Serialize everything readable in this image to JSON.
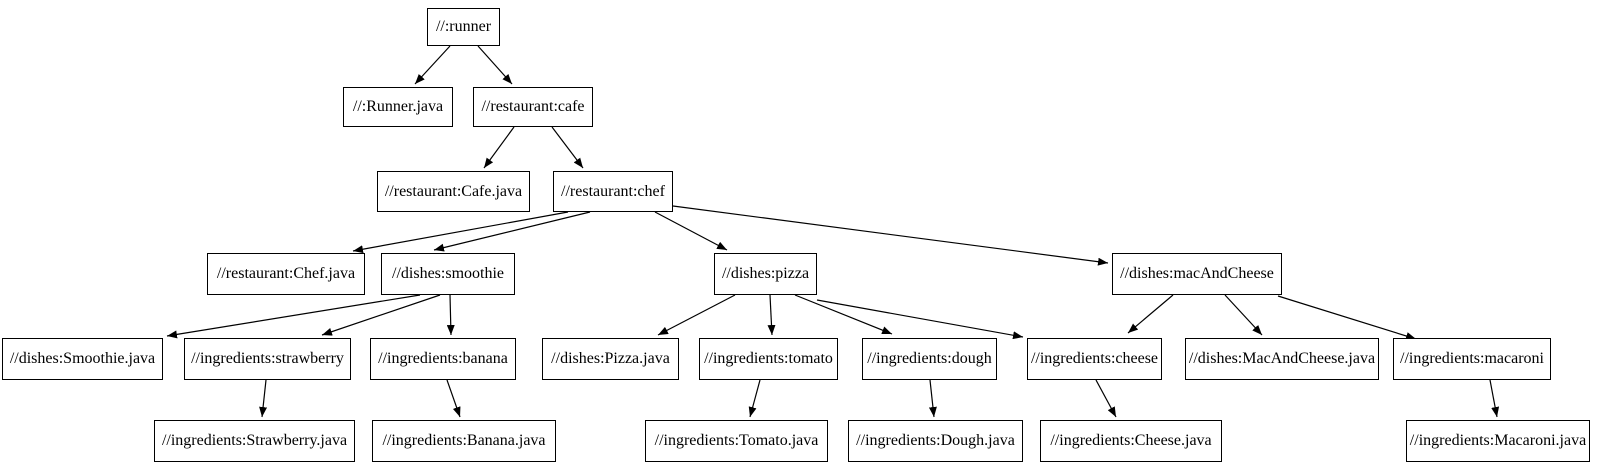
{
  "graph": {
    "type": "directed-dependency-graph",
    "background_color": "#ffffff",
    "node_border_color": "#000000",
    "edge_color": "#000000",
    "text_color": "#000000",
    "nodes": [
      {
        "id": "runner",
        "label": "//:runner"
      },
      {
        "id": "runner-java",
        "label": "//:Runner.java"
      },
      {
        "id": "cafe",
        "label": "//restaurant:cafe"
      },
      {
        "id": "cafe-java",
        "label": "//restaurant:Cafe.java"
      },
      {
        "id": "chef",
        "label": "//restaurant:chef"
      },
      {
        "id": "chef-java",
        "label": "//restaurant:Chef.java"
      },
      {
        "id": "smoothie",
        "label": "//dishes:smoothie"
      },
      {
        "id": "pizza",
        "label": "//dishes:pizza"
      },
      {
        "id": "macandcheese",
        "label": "//dishes:macAndCheese"
      },
      {
        "id": "smoothie-java",
        "label": "//dishes:Smoothie.java"
      },
      {
        "id": "strawberry",
        "label": "//ingredients:strawberry"
      },
      {
        "id": "banana",
        "label": "//ingredients:banana"
      },
      {
        "id": "pizza-java",
        "label": "//dishes:Pizza.java"
      },
      {
        "id": "tomato",
        "label": "//ingredients:tomato"
      },
      {
        "id": "dough",
        "label": "//ingredients:dough"
      },
      {
        "id": "cheese",
        "label": "//ingredients:cheese"
      },
      {
        "id": "macandcheese-java",
        "label": "//dishes:MacAndCheese.java"
      },
      {
        "id": "macaroni",
        "label": "//ingredients:macaroni"
      },
      {
        "id": "strawberry-java",
        "label": "//ingredients:Strawberry.java"
      },
      {
        "id": "banana-java",
        "label": "//ingredients:Banana.java"
      },
      {
        "id": "tomato-java",
        "label": "//ingredients:Tomato.java"
      },
      {
        "id": "dough-java",
        "label": "//ingredients:Dough.java"
      },
      {
        "id": "cheese-java",
        "label": "//ingredients:Cheese.java"
      },
      {
        "id": "macaroni-java",
        "label": "//ingredients:Macaroni.java"
      }
    ],
    "edges": [
      {
        "from": "runner",
        "to": "runner-java"
      },
      {
        "from": "runner",
        "to": "cafe"
      },
      {
        "from": "cafe",
        "to": "cafe-java"
      },
      {
        "from": "cafe",
        "to": "chef"
      },
      {
        "from": "chef",
        "to": "chef-java"
      },
      {
        "from": "chef",
        "to": "smoothie"
      },
      {
        "from": "chef",
        "to": "pizza"
      },
      {
        "from": "chef",
        "to": "macandcheese"
      },
      {
        "from": "smoothie",
        "to": "smoothie-java"
      },
      {
        "from": "smoothie",
        "to": "strawberry"
      },
      {
        "from": "smoothie",
        "to": "banana"
      },
      {
        "from": "pizza",
        "to": "pizza-java"
      },
      {
        "from": "pizza",
        "to": "tomato"
      },
      {
        "from": "pizza",
        "to": "dough"
      },
      {
        "from": "pizza",
        "to": "cheese"
      },
      {
        "from": "macandcheese",
        "to": "cheese"
      },
      {
        "from": "macandcheese",
        "to": "macandcheese-java"
      },
      {
        "from": "macandcheese",
        "to": "macaroni"
      },
      {
        "from": "strawberry",
        "to": "strawberry-java"
      },
      {
        "from": "banana",
        "to": "banana-java"
      },
      {
        "from": "tomato",
        "to": "tomato-java"
      },
      {
        "from": "dough",
        "to": "dough-java"
      },
      {
        "from": "cheese",
        "to": "cheese-java"
      },
      {
        "from": "macaroni",
        "to": "macaroni-java"
      }
    ]
  }
}
